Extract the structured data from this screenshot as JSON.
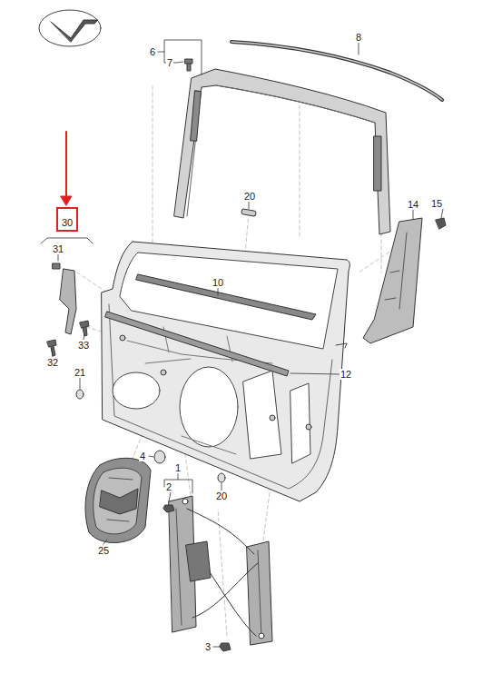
{
  "diagram": {
    "nodes": [
      {
        "text": [
          "30"
        ]
      }
    ],
    "labels": [
      "6",
      "7",
      "8",
      "20",
      "14",
      "15",
      "31",
      "10",
      "33",
      "32",
      "21",
      "12",
      "4",
      "1",
      "20",
      "2",
      "25",
      "3"
    ]
  }
}
